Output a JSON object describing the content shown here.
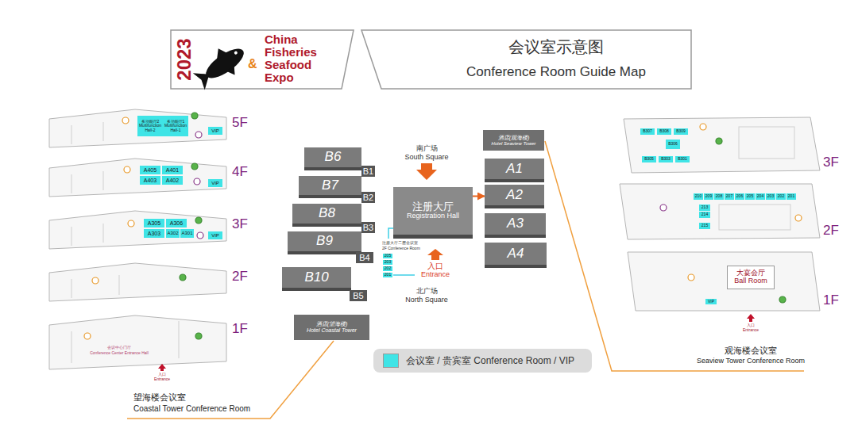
{
  "diagram": {
    "title": "会议室示意图",
    "nodes": [
      {
        "text": [
          "多功能厅2",
          "Multifunction Hall-2"
        ]
      },
      {
        "text": [
          "多功能厅1",
          "Multifunction Hall-1"
        ]
      },
      {
        "text": [
          "VIP"
        ]
      },
      {
        "text": [
          "A405"
        ]
      },
      {
        "text": [
          "A401"
        ]
      },
      {
        "text": [
          "A403"
        ]
      },
      {
        "text": [
          "A402"
        ]
      },
      {
        "text": [
          "VIP"
        ]
      },
      {
        "text": [
          "A305"
        ]
      },
      {
        "text": [
          "A306"
        ]
      },
      {
        "text": [
          "A303"
        ]
      },
      {
        "text": [
          "A302"
        ]
      },
      {
        "text": [
          "A301"
        ]
      },
      {
        "text": [
          "VIP"
        ]
      },
      {
        "text": [
          "B6"
        ]
      },
      {
        "text": [
          "B1"
        ]
      },
      {
        "text": [
          "B7"
        ]
      },
      {
        "text": [
          "B2"
        ]
      },
      {
        "text": [
          "B8"
        ]
      },
      {
        "text": [
          "B3"
        ]
      },
      {
        "text": [
          "B9"
        ]
      },
      {
        "text": [
          "B4"
        ]
      },
      {
        "text": [
          "B10"
        ]
      },
      {
        "text": [
          "B5"
        ]
      },
      {
        "text": [
          "酒店(望海楼)",
          "Hotel Coastal Tower"
        ]
      },
      {
        "text": [
          "注册大厅",
          "Registration Hall"
        ]
      },
      {
        "text": [
          "205"
        ]
      },
      {
        "text": [
          "203"
        ]
      },
      {
        "text": [
          "202"
        ]
      },
      {
        "text": [
          "201"
        ]
      },
      {
        "text": [
          "酒店(观海楼)",
          "Hotel Seaview Tower"
        ]
      },
      {
        "text": [
          "A1"
        ]
      },
      {
        "text": [
          "A2"
        ]
      },
      {
        "text": [
          "A3"
        ]
      },
      {
        "text": [
          "A4"
        ]
      },
      {
        "text": [
          "B307"
        ]
      },
      {
        "text": [
          "B308"
        ]
      },
      {
        "text": [
          "B309"
        ]
      },
      {
        "text": [
          "B306"
        ]
      },
      {
        "text": [
          "B305"
        ]
      },
      {
        "text": [
          "B303"
        ]
      },
      {
        "text": [
          "B301"
        ]
      },
      {
        "text": [
          "210"
        ]
      },
      {
        "text": [
          "209"
        ]
      },
      {
        "text": [
          "208"
        ]
      },
      {
        "text": [
          "207"
        ]
      },
      {
        "text": [
          "206"
        ]
      },
      {
        "text": [
          "205"
        ]
      },
      {
        "text": [
          "204"
        ]
      },
      {
        "text": [
          "203"
        ]
      },
      {
        "text": [
          "202"
        ]
      },
      {
        "text": [
          "201"
        ]
      },
      {
        "text": [
          "213"
        ]
      },
      {
        "text": [
          "214"
        ]
      },
      {
        "text": [
          "215"
        ]
      },
      {
        "text": [
          "大宴会厅",
          "Ball Room"
        ]
      },
      {
        "text": [
          "VIP"
        ]
      }
    ],
    "edges": [
      {
        "from": 25,
        "to": 32,
        "arrow": "to"
      }
    ],
    "labels": [
      "2023",
      "China",
      "Fisheries",
      "&",
      "Seafood",
      "Expo",
      "Conference Room Guide Map",
      "5F",
      "4F",
      "3F",
      "2F",
      "1F",
      "会议中心门厅",
      "Conference Center Entrance Hall",
      "入口",
      "Entrance",
      "望海楼会议室",
      "Coastal Tower Conference Room",
      "南广场",
      "South Square",
      "注册大厅二层会议室",
      "2F Conference Room",
      "入口",
      "Entrance",
      "北广场",
      "North Square",
      "3F",
      "2F",
      "1F",
      "入口",
      "Entrance",
      "观海楼会议室",
      "Seaview Tower Conference Room"
    ],
    "legend": [
      {
        "text": "会议室 / 贵宾室 Conference Room / VIP",
        "color": "#3fe4e6"
      }
    ]
  }
}
